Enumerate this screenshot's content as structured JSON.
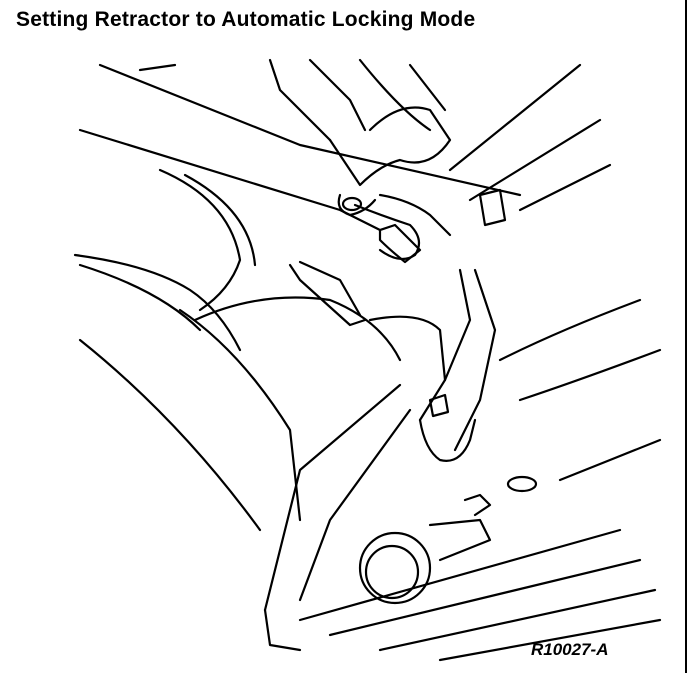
{
  "figure": {
    "title": "Setting Retractor to Automatic Locking Mode",
    "reference_code": "R10027-A"
  },
  "illustration": {
    "subject": "hand pulling seat belt webbing from retractor over car seat"
  }
}
